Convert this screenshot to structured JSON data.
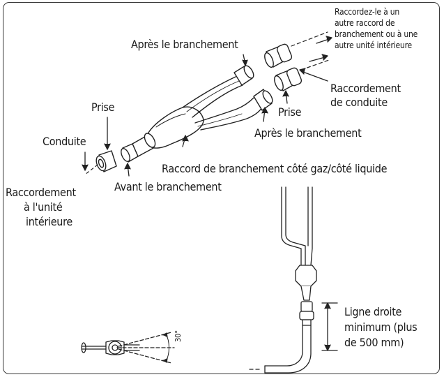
{
  "labels": {
    "after_top": "Après le branchement",
    "connect_other": [
      "Raccordez-le à un",
      "autre raccord de",
      "branchement ou à une",
      "autre unité intérieure"
    ],
    "pipe_connection": [
      "Raccordement",
      "de conduite"
    ],
    "plug_right": "Prise",
    "after_right": "Après le branchement",
    "plug_left": "Prise",
    "conduit": "Conduite",
    "branch_joint": "Raccord de branchement côté gaz/côté liquide",
    "before": "Avant le branchement",
    "indoor_connection": [
      "Raccordement",
      "à l'unité",
      "intérieure"
    ],
    "straight_line": [
      "Ligne droite",
      "minimum (plus",
      "de 500 mm)"
    ],
    "angle": "30°"
  }
}
